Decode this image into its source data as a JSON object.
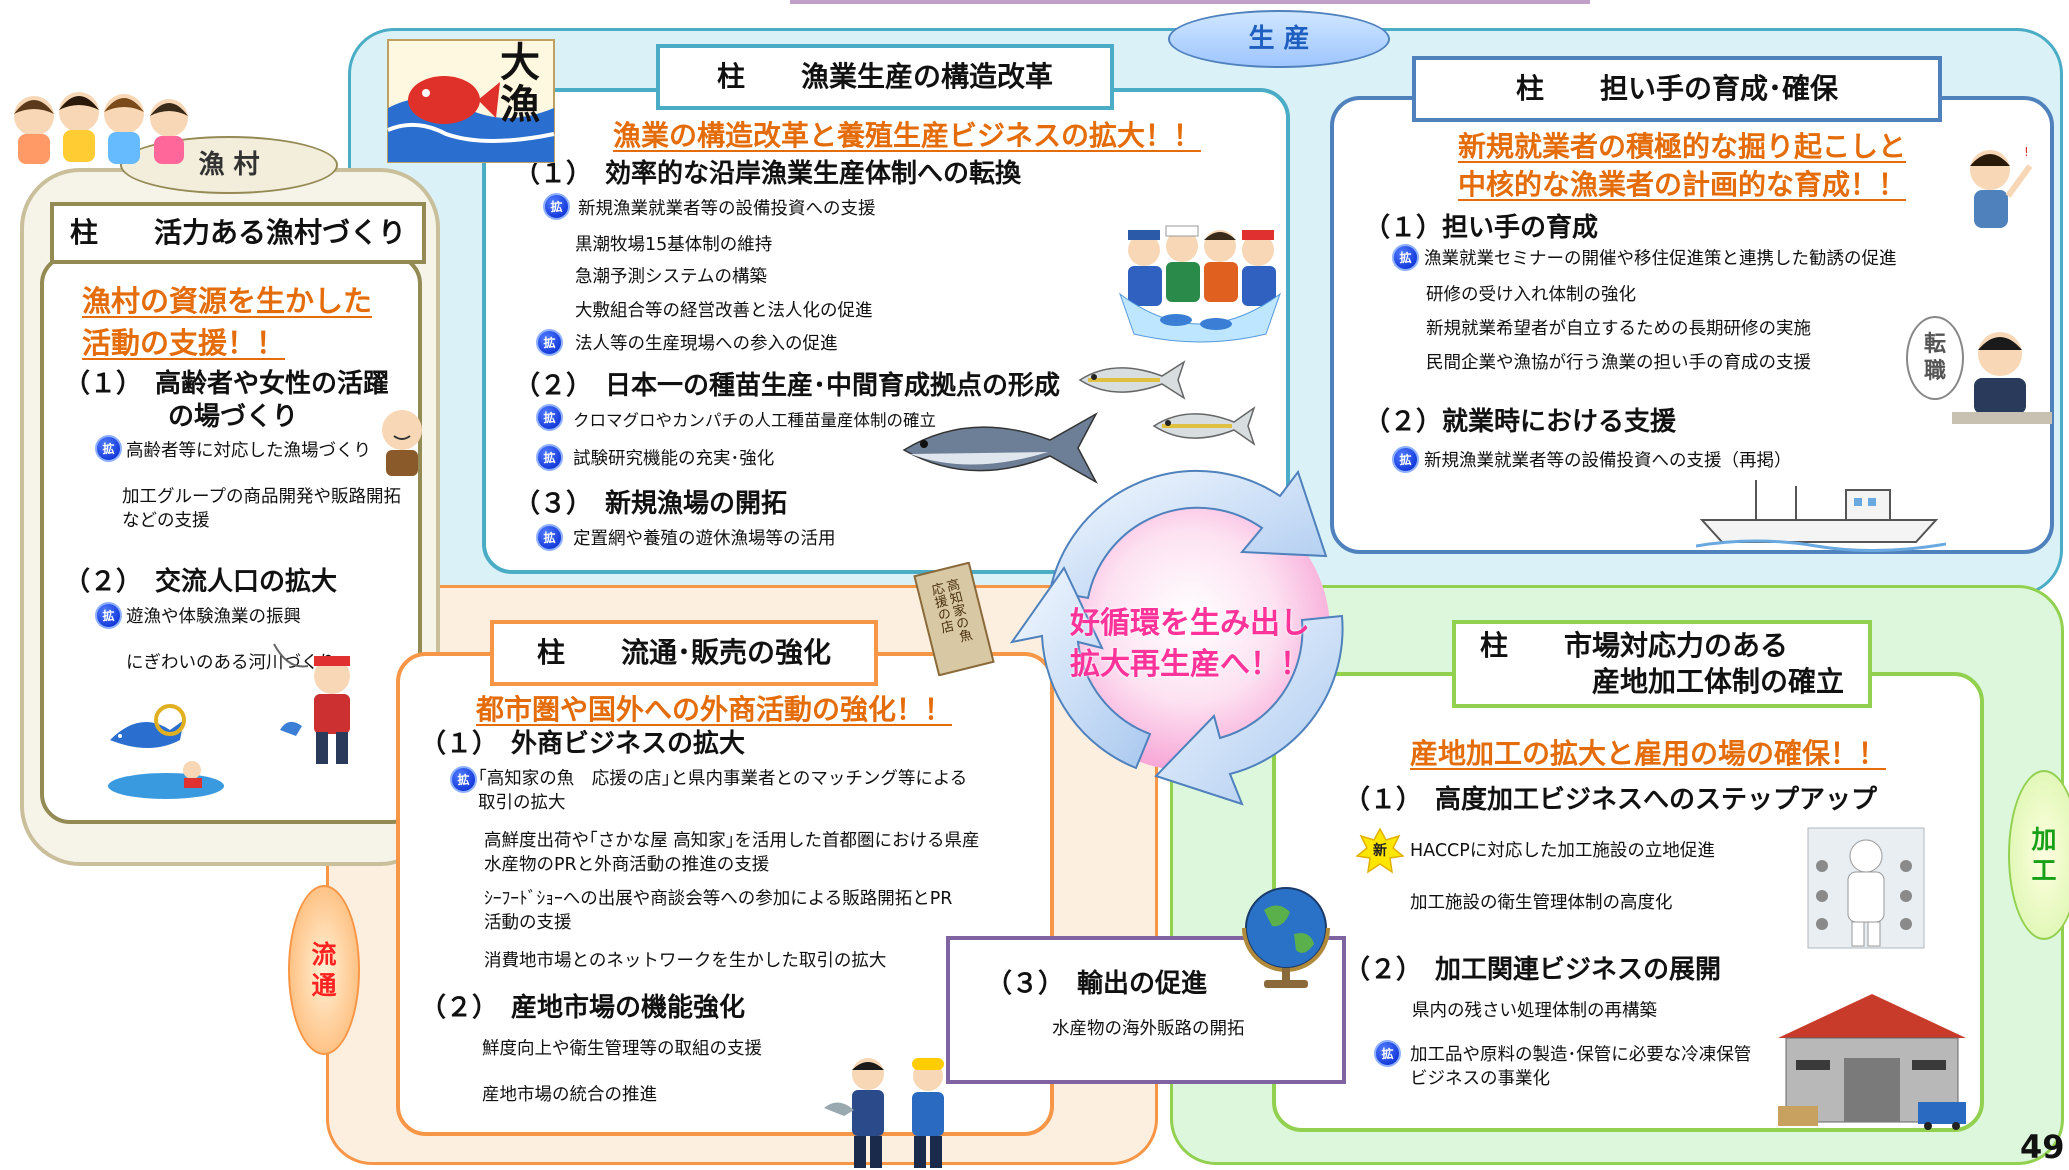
{
  "colors": {
    "orange_text": "#e46c0a",
    "production_region": "#daf1f7",
    "production_border": "#4bacc6",
    "village_region": "#f6f3e9",
    "village_border": "#948a54",
    "distribution_region": "#fdefe0",
    "distribution_border": "#f79646",
    "processing_region": "#ddf7dc",
    "processing_border": "#92d050",
    "workforce_border": "#4f81bd",
    "export_border": "#8064a2",
    "badge": "#0a2de6",
    "new_badge": "#ffe600"
  },
  "regions": {
    "production": "生 産",
    "village": "漁 村",
    "distribution": "流\n通",
    "processing": "加\n工"
  },
  "badges": {
    "expand": "拡",
    "new": "新"
  },
  "center_text": "好循環を生み出し\n拡大再生産へ！！",
  "page_number": "49",
  "village": {
    "pillar": "柱　　活力ある漁村づくり",
    "slogan": "漁村の資源を生かした\n活動の支援！！",
    "sec1": "（１）　高齢者や女性の活躍\n　　　　の場づくり",
    "s1_item1": "高齢者等に対応した漁場づくり",
    "s1_item2": "加工グループの商品開発や販路開拓\nなどの支援",
    "sec2": "（２）　交流人口の拡大",
    "s2_item1": "遊漁や体験漁業の振興",
    "s2_item2": "にぎわいのある河川づくり"
  },
  "structure": {
    "pillar": "柱　　漁業生産の構造改革",
    "slogan": "漁業の構造改革と養殖生産ビジネスの拡大！！",
    "sec1": "（１）　効率的な沿岸漁業生産体制への転換",
    "s1_item1": "新規漁業就業者等の設備投資への支援",
    "s1_item2": "黒潮牧場15基体制の維持",
    "s1_item3": "急潮予測システムの構築",
    "s1_item4": "大敷組合等の経営改善と法人化の促進",
    "s1_item5": "法人等の生産現場への参入の促進",
    "sec2": "（２）　日本一の種苗生産･中間育成拠点の形成",
    "s2_item1": "クロマグロやカンパチの人工種苗量産体制の確立",
    "s2_item2": "試験研究機能の充実･強化",
    "sec3": "（３）　新規漁場の開拓",
    "s3_item1": "定置網や養殖の遊休漁場等の活用",
    "flag_text": "大漁"
  },
  "workforce": {
    "pillar": "柱　　担い手の育成･確保",
    "slogan": "新規就業者の積極的な掘り起こしと\n中核的な漁業者の計画的な育成！！",
    "sec1": "（１）担い手の育成",
    "s1_item1": "漁業就業セミナーの開催や移住促進策と連携した勧誘の促進",
    "s1_item2": "研修の受け入れ体制の強化",
    "s1_item3": "新規就業希望者が自立するための長期研修の実施",
    "s1_item4": "民間企業や漁協が行う漁業の担い手の育成の支援",
    "sec2": "（２）就業時における支援",
    "s2_item1": "新規漁業就業者等の設備投資への支援（再掲）",
    "bubble": "転\n職"
  },
  "distribution": {
    "pillar": "柱　　流通･販売の強化",
    "slogan": "都市圏や国外への外商活動の強化！！",
    "sec1": "（１）　外商ビジネスの拡大",
    "s1_item1": "｢高知家の魚　応援の店｣と県内事業者とのマッチング等による\n取引の拡大",
    "s1_item2": "高鮮度出荷や｢さかな屋 高知家｣を活用した首都圏における県産\n水産物のPRと外商活動の推進の支援",
    "s1_item3": "ｼｰﾌｰﾄﾞｼｮｰへの出展や商談会等への参加による販路開拓とPR\n活動の支援",
    "s1_item4": "消費地市場とのネットワークを生かした取引の拡大",
    "sec2": "（２）　産地市場の機能強化",
    "s2_item1": "鮮度向上や衛生管理等の取組の支援",
    "s2_item2": "産地市場の統合の推進",
    "sign_text": "高知家の魚\n応援の店"
  },
  "export": {
    "sec3": "（３）　輸出の促進",
    "item1": "水産物の海外販路の開拓"
  },
  "processing": {
    "pillar": "柱　　市場対応力のある\n　　　　産地加工体制の確立",
    "slogan": "産地加工の拡大と雇用の場の確保！！",
    "sec1": "（１）　高度加工ビジネスへのステップアップ",
    "s1_item1": "HACCPに対応した加工施設の立地促進",
    "s1_item2": "加工施設の衛生管理体制の高度化",
    "sec2": "（２）　加工関連ビジネスの展開",
    "s2_item1": "県内の残さい処理体制の再構築",
    "s2_item2": "加工品や原料の製造･保管に必要な冷凍保管\nビジネスの事業化"
  }
}
